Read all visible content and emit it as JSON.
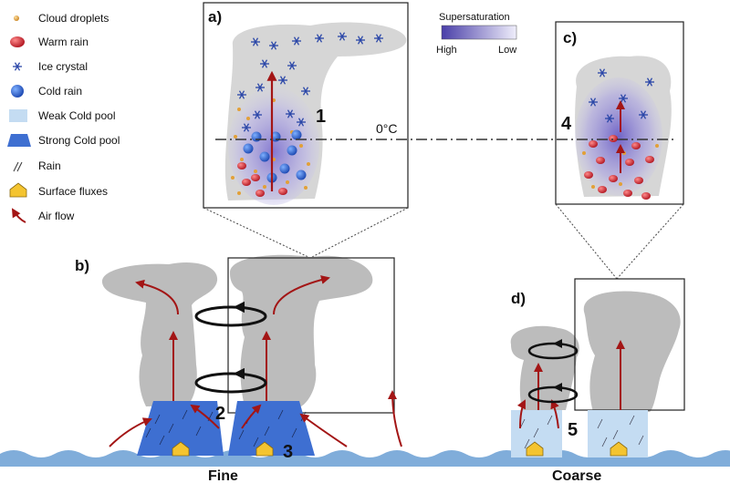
{
  "legend": {
    "items": [
      {
        "id": "cloud-droplets",
        "label": "Cloud droplets",
        "icon": "small-orange-dot-icon"
      },
      {
        "id": "warm-rain",
        "label": "Warm rain",
        "icon": "red-ellipse-icon"
      },
      {
        "id": "ice-crystal",
        "label": "Ice crystal",
        "icon": "snowflake-icon"
      },
      {
        "id": "cold-rain",
        "label": "Cold rain",
        "icon": "blue-sphere-icon"
      },
      {
        "id": "weak-cold-pool",
        "label": "Weak Cold pool",
        "icon": "light-blue-rect-icon"
      },
      {
        "id": "strong-cold-pool",
        "label": "Strong Cold pool",
        "icon": "blue-trapezoid-icon"
      },
      {
        "id": "rain",
        "label": "Rain",
        "icon": "rain-streaks-icon"
      },
      {
        "id": "surface-fluxes",
        "label": "Surface fluxes",
        "icon": "yellow-house-icon"
      },
      {
        "id": "air-flow",
        "label": "Air flow",
        "icon": "curved-red-arrow-icon"
      }
    ]
  },
  "supersaturation": {
    "title": "Supersaturation",
    "high": "High",
    "low": "Low"
  },
  "panels": {
    "a": {
      "label": "a)",
      "number": "1"
    },
    "b": {
      "label": "b)",
      "number2": "2",
      "number3": "3",
      "caption": "Fine"
    },
    "c": {
      "label": "c)",
      "number": "4"
    },
    "d": {
      "label": "d)",
      "number": "5",
      "caption": "Coarse"
    }
  },
  "freezing_level": {
    "label": "0°C"
  },
  "colors": {
    "cloud": "#bcbcbc",
    "cloud_light": "#d6d6d6",
    "arrow": "#a31515",
    "strong_pool": "#3e6fd1",
    "weak_pool": "#c4dcf2",
    "ocean": "#6a9fd4",
    "supersat_high": "#5b4fb0",
    "warm_rain": "#c21f2a",
    "cold_rain": "#1f57c9",
    "droplet": "#e2a038",
    "ice": "#2b47a8",
    "flux": "#f4c430"
  }
}
